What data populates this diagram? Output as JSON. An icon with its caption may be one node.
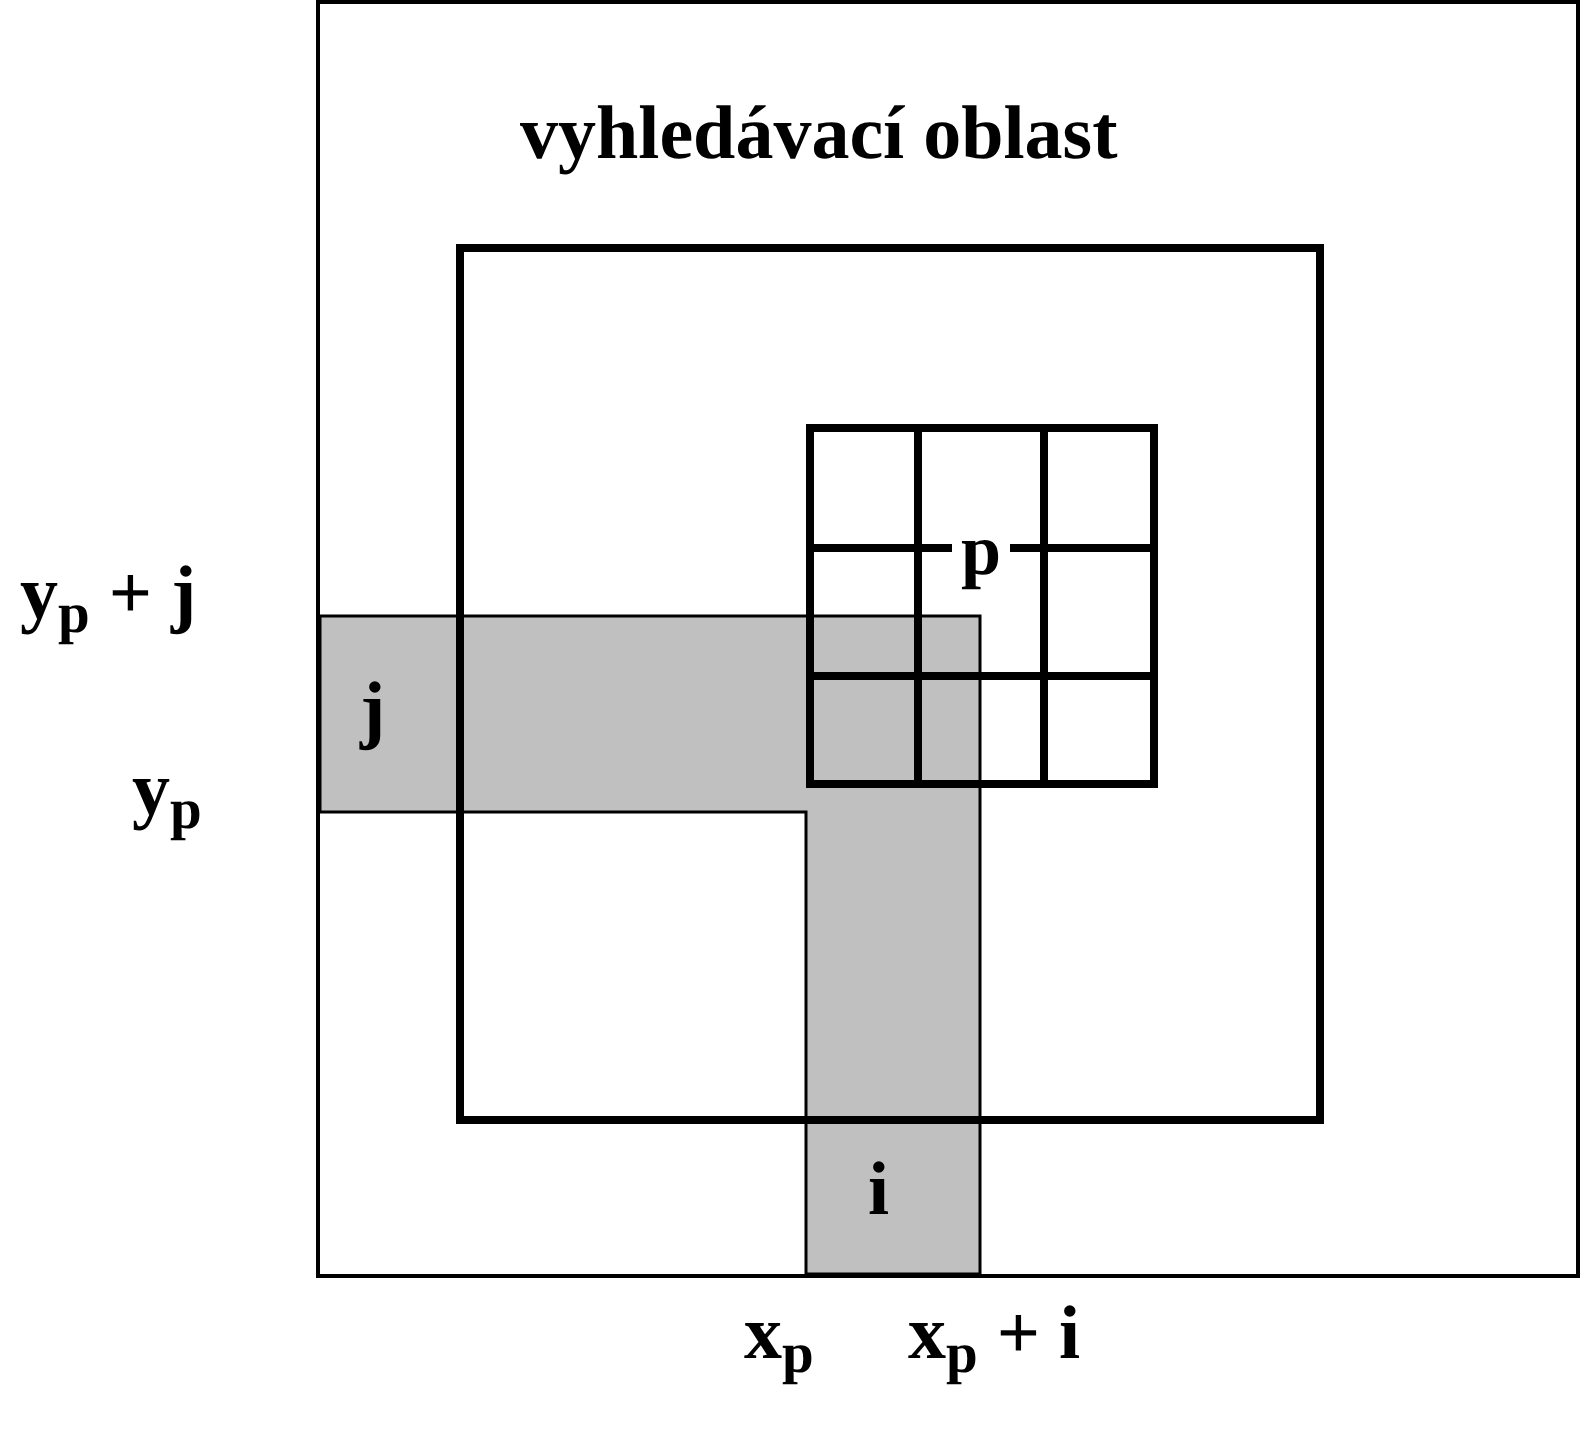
{
  "diagram": {
    "nodes": [
      {
        "text": [
          "vyhledávací oblast"
        ]
      },
      {
        "text": [],
        "shape": "box",
        "in": 0
      },
      {
        "text": [
          "p"
        ],
        "in": 1
      }
    ],
    "labels": [
      "y$_{p}$ + j",
      "j",
      "y$_{p}$",
      "i",
      "x$_{p}$",
      "x$_{p}$ + i"
    ]
  }
}
